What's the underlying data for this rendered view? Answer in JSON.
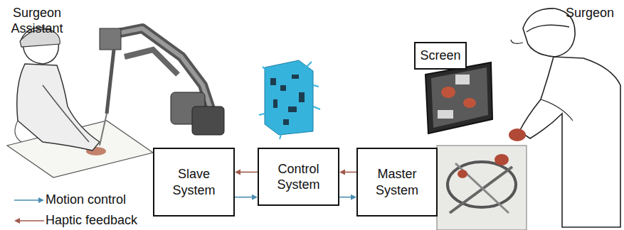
{
  "diagram": {
    "nodes": [
      {
        "text": [
          "Screen"
        ]
      },
      {
        "text": [
          "Slave System"
        ]
      },
      {
        "text": [
          "Control System"
        ]
      },
      {
        "text": [
          "Master System"
        ]
      }
    ],
    "edges": [
      {
        "from": 2,
        "to": 1,
        "arrow": "to"
      },
      {
        "from": 1,
        "to": 2,
        "arrow": "to"
      },
      {
        "from": 3,
        "to": 2,
        "arrow": "to"
      },
      {
        "from": 2,
        "to": 3,
        "arrow": "to"
      }
    ],
    "labels": [
      "Surgeon Assistant",
      "Surgeon"
    ],
    "legend": [
      {
        "text": "Motion control"
      },
      {
        "text": "Haptic feedback"
      }
    ]
  }
}
